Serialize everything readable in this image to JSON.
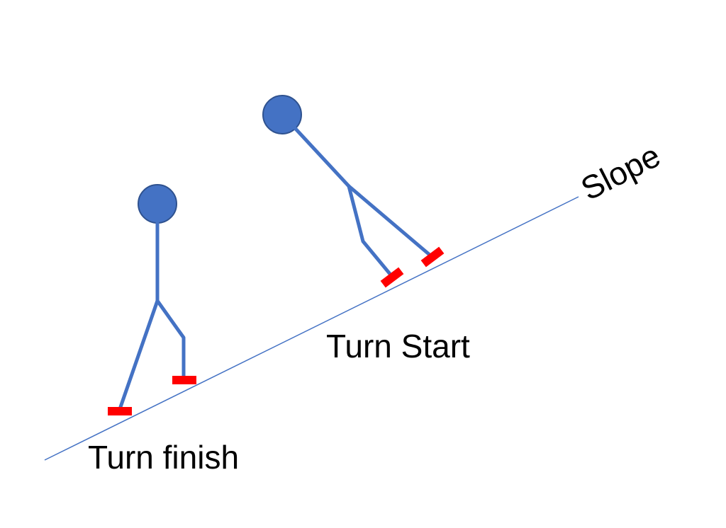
{
  "labels": {
    "slope": "Slope",
    "turn_start": "Turn Start",
    "turn_finish": "Turn finish"
  },
  "colors": {
    "figure": "#4472C4",
    "figure_outline": "#2F528F",
    "ski": "#FF0000",
    "slope_line": "#4472C4",
    "text": "#000000"
  }
}
